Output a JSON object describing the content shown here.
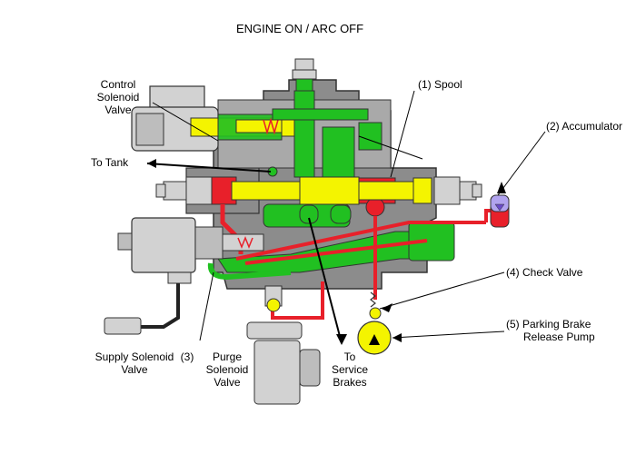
{
  "title": "ENGINE ON / ARC OFF",
  "labels": {
    "control_solenoid_valve": [
      "Control",
      "Solenoid",
      "Valve"
    ],
    "to_tank": "To Tank",
    "spool": "(1) Spool",
    "accumulator": "(2) Accumulator",
    "check_valve": "(4) Check Valve",
    "parking_brake_pump": [
      "(5)  Parking Brake",
      "Release Pump"
    ],
    "supply_solenoid_valve": [
      "Supply Solenoid",
      "Valve"
    ],
    "callout_3": "(3)",
    "purge_solenoid_valve": [
      "Purge",
      "Solenoid",
      "Valve"
    ],
    "to_service_brakes": [
      "To",
      "Service",
      "Brakes"
    ]
  },
  "colors": {
    "pressure_oil": "#e8202a",
    "pilot_oil": "#21c021",
    "spool": "#f4f400",
    "check_ball": "#f4f400",
    "accumulator_gas": "#b1a3ef",
    "housing": "#8c8c8c",
    "component": "#d2d2d2"
  }
}
